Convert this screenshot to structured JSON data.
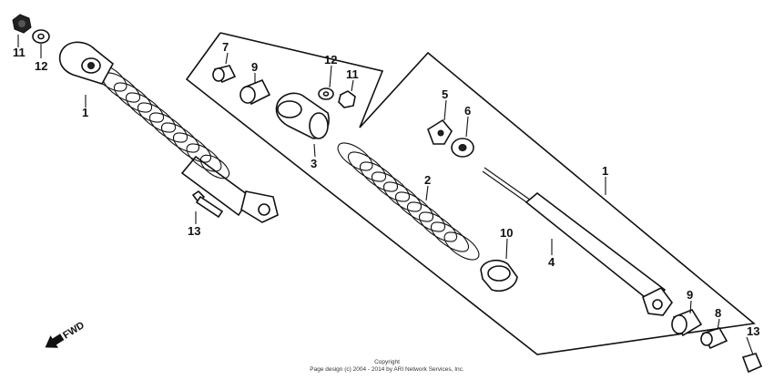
{
  "labels": {
    "l11a": "11",
    "l12a": "12",
    "l1a": "1",
    "l13a": "13",
    "l7": "7",
    "l9a": "9",
    "l12b": "12",
    "l11b": "11",
    "l3": "3",
    "l5": "5",
    "l6": "6",
    "l1b": "1",
    "l2": "2",
    "l4": "4",
    "l10": "10",
    "l9b": "9",
    "l8": "8",
    "l13b": "13"
  },
  "fwd": "FWD",
  "copyright": {
    "line1": "Copyright",
    "line2": "Page design (c) 2004 - 2014 by ARI Network Services, Inc."
  }
}
